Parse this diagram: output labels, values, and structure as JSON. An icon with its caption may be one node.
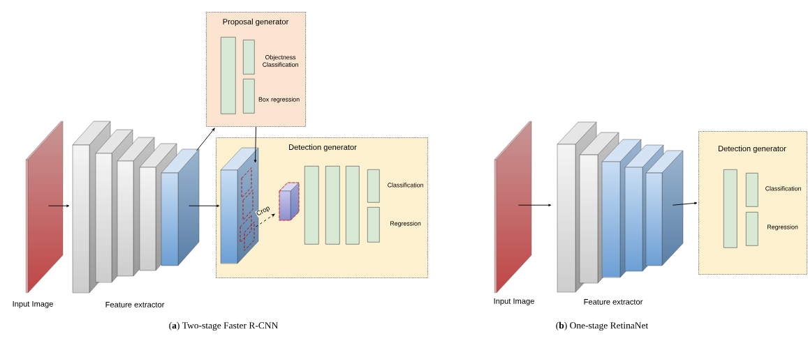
{
  "diagram": {
    "nodes": [
      {
        "text": [],
        "shape": "picture",
        "beside": [
          "Input Image"
        ]
      },
      {
        "text": [],
        "shape": "picture",
        "beside": [
          "Feature extractor"
        ]
      },
      {
        "text": [
          "Proposal generator"
        ]
      },
      {
        "text": [],
        "shape": "bar",
        "in": 2
      },
      {
        "text": [],
        "shape": "bar",
        "in": 2,
        "beside": [
          "Objectness Classification"
        ]
      },
      {
        "text": [],
        "shape": "bar",
        "in": 2,
        "beside": [
          "Box regression"
        ]
      },
      {
        "text": [
          "Detection generator"
        ]
      },
      {
        "text": [],
        "shape": "picture",
        "in": 6
      },
      {
        "text": [],
        "shape": "picture",
        "in": 6
      },
      {
        "text": [],
        "shape": "bar",
        "in": 6
      },
      {
        "text": [],
        "shape": "bar",
        "in": 6
      },
      {
        "text": [],
        "shape": "bar",
        "in": 6
      },
      {
        "text": [],
        "shape": "bar",
        "in": 6,
        "beside": [
          "Classification"
        ]
      },
      {
        "text": [],
        "shape": "bar",
        "in": 6,
        "beside": [
          "Regression"
        ]
      },
      {
        "text": [],
        "shape": "picture",
        "beside": [
          "Input Image"
        ]
      },
      {
        "text": [],
        "shape": "picture",
        "beside": [
          "Feature extractor"
        ]
      },
      {
        "text": [
          "Detection generator"
        ]
      },
      {
        "text": [],
        "shape": "bar",
        "in": 16
      },
      {
        "text": [],
        "shape": "bar",
        "in": 16,
        "beside": [
          "Classification"
        ]
      },
      {
        "text": [],
        "shape": "bar",
        "in": 16,
        "beside": [
          "Regression"
        ]
      }
    ],
    "edges": [
      {
        "from": 0,
        "to": 1,
        "arrow": "to"
      },
      {
        "from": 1,
        "to": 2,
        "arrow": "to"
      },
      {
        "from": 2,
        "to": 7,
        "arrow": "to"
      },
      {
        "from": 1,
        "to": 7,
        "arrow": "to"
      },
      {
        "from": 7,
        "to": 8,
        "arrow": "to",
        "label": "Crop",
        "style": "dashed"
      },
      {
        "from": 14,
        "to": 15,
        "arrow": "to"
      },
      {
        "from": 15,
        "to": 16,
        "arrow": "to"
      }
    ],
    "labels": [
      "(**a**) Two-stage Faster R-CNN",
      "(**b**) One-stage RetinaNet"
    ]
  }
}
